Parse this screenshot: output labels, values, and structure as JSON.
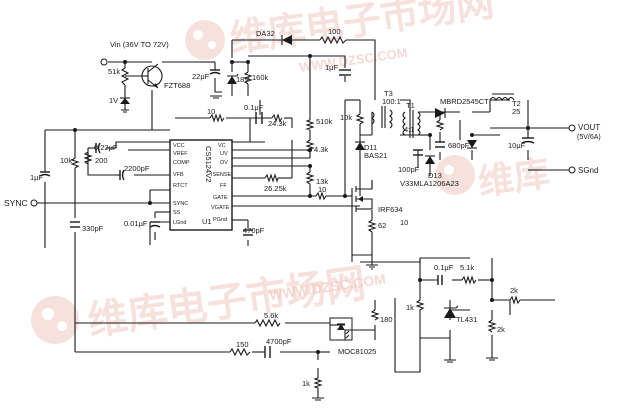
{
  "labels": {
    "vin": "Vin (36V TO 72V)",
    "r51k": "51k",
    "fzt": "FZT688",
    "v1": "1V",
    "c22u": "22μF",
    "z18": "18V",
    "r160k": "160k",
    "da32": "DA32",
    "r100": "100",
    "c1u_top": "1μF",
    "r10_gate": "10",
    "c01_top": "0.1μF",
    "r243k": "24.3k",
    "r510k": "510k",
    "r43k": "4.3k",
    "r13k": "13k",
    "r2625k": "26.25k",
    "r10_mid": "10",
    "c022": "0.22μF",
    "r200": "200",
    "r10k_left": "10k",
    "c2200": "2200pF",
    "c1u_left": "1μF",
    "sync": "SYNC",
    "c330": "330pF",
    "c001": "0.01μF",
    "c470": "470pF",
    "ic_name": "CS5124V2",
    "ic_ref": "U1",
    "pin_vcc": "VCC",
    "pin_vref": "VREF",
    "pin_comp": "COMP",
    "pin_vfb": "VFB",
    "pin_rtct": "RTCT",
    "pin_sync": "SYNC",
    "pin_ss": "SS",
    "pin_lgnd": "LGnd",
    "pin_vc": "VC",
    "pin_uv": "UV",
    "pin_ov": "OV",
    "pin_isense": "ISENSE",
    "pin_ff": "FF",
    "pin_gate": "GATE",
    "pin_vgate": "VGATE",
    "pin_pgnd": "PGnd",
    "t3": "T3",
    "t3_ratio": "100:1",
    "t1": "T1",
    "t1_ratio": "4:1",
    "r10k_right": "10k",
    "d11": "D11",
    "bas21": "BAS21",
    "c100p": "100pF",
    "irf": "IRF634",
    "r10_low": "10",
    "r62": "62",
    "mbrd": "MBRD2545CT",
    "r10_snub": "10",
    "c680": "680pF",
    "d13": "D13",
    "v33": "V33MLA1206A23",
    "t2": "T2",
    "t2_val": "25",
    "c10u": "10μF",
    "vout": "VOUT",
    "vout_spec": "(5V/6A)",
    "sgnd": "SGnd",
    "c01_fb": "0.1μF",
    "r51_fb": "5.1k",
    "r1k_tl": "1k",
    "tl431": "TL431",
    "r2k_a": "2k",
    "r2k_b": "2k",
    "r180": "180",
    "r56k": "5.6k",
    "r150": "150",
    "c4700": "4700pF",
    "r1k_opto": "1k",
    "moc": "MOC81025",
    "watermark_cn_1": "维库电子市场网",
    "watermark_url": "WWW.DZSC.COM",
    "watermark_cn_2": "维库电子市场网",
    "watermark_cn_3": "维库"
  },
  "colors": {
    "ink": "#1a1a1a",
    "watermark": "#f2c9c1",
    "background": "#ffffff"
  }
}
